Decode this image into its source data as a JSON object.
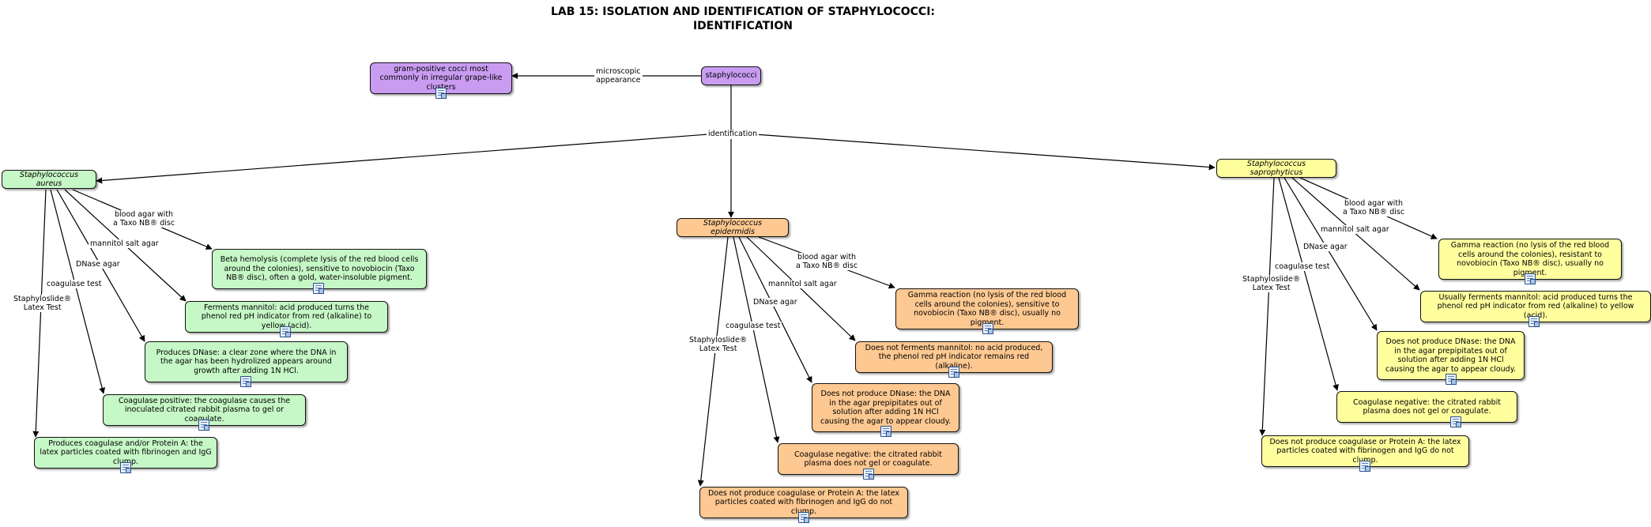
{
  "title": {
    "line1": "LAB 15: ISOLATION AND IDENTIFICATION OF STAPHYLOCOCCI:",
    "line2": "IDENTIFICATION"
  },
  "colors": {
    "purple": "#c99cf2",
    "green": "#c6f7c6",
    "orange": "#fdc891",
    "yellow": "#ffff9e",
    "edge": "#000000"
  },
  "nodes": {
    "staph": "staphylococci",
    "gram": "gram-positive cocci most commonly in irregular grape-like clusters",
    "aureus": "Staphylococcus aureus",
    "epidermidis": "Staphylococcus epidermidis",
    "saprophyticus": "Staphylococcus saprophyticus",
    "aureus_blood": "Beta hemolysis (complete lysis of the red blood cells around the colonies), sensitive to novobiocin (Taxo NB® disc), often a gold, water-insoluble pigment.",
    "aureus_mannitol": "Ferments mannitol: acid produced turns the phenol red pH indicator from red (alkaline) to yellow (acid).",
    "aureus_dnase": "Produces DNase: a clear zone where the DNA in the agar has been hydrolized appears around growth after adding 1N HCl.",
    "aureus_coag": "Coagulase positive: the coagulase causes the inoculated citrated rabbit plasma to gel or coagulate.",
    "aureus_slide": "Produces coagulase and/or Protein A: the latex particles coated with fibrinogen and IgG clump.",
    "epi_blood": "Gamma reaction (no lysis of the red blood cells around the colonies), sensitive to novobiocin (Taxo NB® disc), usually no pigment.",
    "epi_mannitol": "Does not ferments mannitol: no acid produced, the phenol red pH indicator remains red (alkaline).",
    "epi_dnase": "Does not produce DNase: the DNA in the agar prepipitates out of solution after adding 1N HCl causing the agar to appear cloudy.",
    "epi_coag": "Coagulase negative: the citrated rabbit plasma does not gel or coagulate.",
    "epi_slide": "Does not produce coagulase or Protein A: the latex particles coated with fibrinogen and IgG do not clump.",
    "sap_blood": "Gamma reaction (no lysis of the red blood cells around the colonies), resistant to novobiocin (Taxo NB® disc), usually no pigment.",
    "sap_mannitol": "Usually ferments mannitol: acid produced turns the phenol red pH indicator from red (alkaline) to yellow (acid).",
    "sap_dnase": "Does not produce DNase: the DNA in the agar prepipitates out of solution after adding 1N HCl causing the agar to appear cloudy.",
    "sap_coag": "Coagulase negative: the citrated rabbit plasma does not gel or coagulate.",
    "sap_slide": "Does not produce coagulase or Protein A: the latex particles coated with fibrinogen and IgG do not clump."
  },
  "edge_labels": {
    "microscopic_l1": "microscopic",
    "microscopic_l2": "appearance",
    "identification": "identification",
    "a_blood_l1": "blood agar with",
    "a_blood_l2": "a Taxo NB® disc",
    "a_mannitol": "mannitol salt agar",
    "a_dnase": "DNase agar",
    "a_coag": "coagulase test",
    "a_slide_l1": "Staphyloslide®",
    "a_slide_l2": "Latex Test",
    "e_blood_l1": "blood agar with",
    "e_blood_l2": "a Taxo NB® disc",
    "e_mannitol": "mannitol salt agar",
    "e_dnase": "DNase agar",
    "e_coag": "coagulase test",
    "e_slide_l1": "Staphyloslide®",
    "e_slide_l2": "Latex Test",
    "s_blood_l1": "blood agar with",
    "s_blood_l2": "a Taxo NB® disc",
    "s_mannitol": "mannitol salt agar",
    "s_dnase": "DNase agar",
    "s_coag": "coagulase test",
    "s_slide_l1": "Staphyloslide®",
    "s_slide_l2": "Latex Test"
  }
}
